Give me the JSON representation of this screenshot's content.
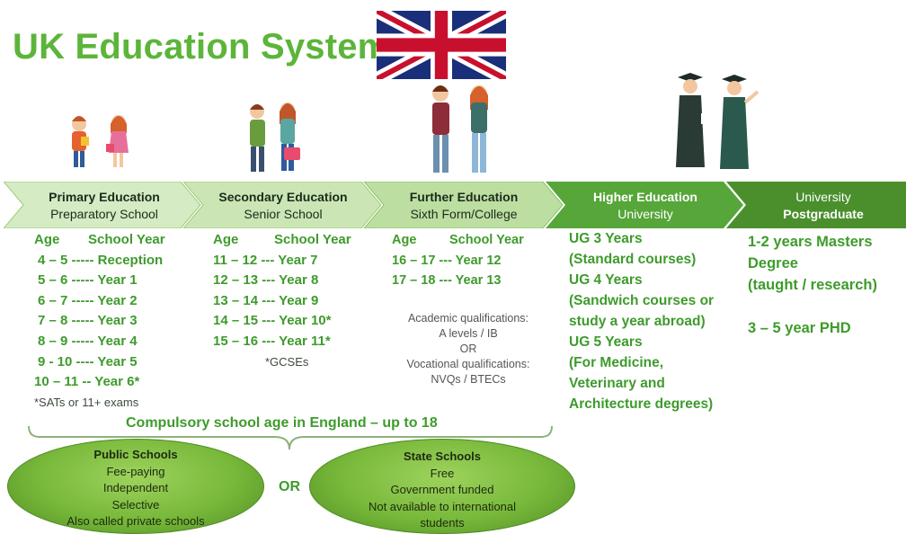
{
  "title": "UK Education System",
  "stages": [
    {
      "line1": "Primary Education",
      "line2": "Preparatory School"
    },
    {
      "line1": "Secondary Education",
      "line2": "Senior School"
    },
    {
      "line1": "Further Education",
      "line2": "Sixth Form/College"
    },
    {
      "line1": "Higher Education",
      "line2": "University"
    },
    {
      "line1": "University",
      "line2": "Postgraduate"
    }
  ],
  "primary": {
    "age_header": "Age",
    "year_header": "School Year",
    "rows": [
      "4 – 5 ----- Reception",
      "5 – 6 ----- Year 1",
      "6 – 7 ----- Year 2",
      "7 – 8 ----- Year 3",
      "8 – 9 ----- Year 4",
      "9 - 10 ---- Year 5",
      "10 – 11 -- Year 6*"
    ],
    "note": "*SATs or 11+ exams"
  },
  "secondary": {
    "age_header": "Age",
    "year_header": "School Year",
    "rows": [
      "11 – 12 --- Year 7",
      "12 – 13 --- Year 8",
      "13 – 14 --- Year 9",
      "14 – 15 --- Year 10*",
      "15 – 16 --- Year 11*"
    ],
    "note": "*GCSEs"
  },
  "further": {
    "age_header": "Age",
    "year_header": "School Year",
    "rows": [
      "16 – 17 --- Year 12",
      "17 – 18 --- Year 13"
    ],
    "qualifications": [
      "Academic qualifications:",
      "A levels / IB",
      "OR",
      "Vocational qualifications:",
      "NVQs / BTECs"
    ]
  },
  "higher": {
    "lines": [
      "UG 3 Years",
      "(Standard courses)",
      "UG 4 Years",
      "(Sandwich courses or",
      "study a year abroad)",
      "UG 5 Years",
      "(For Medicine,",
      "Veterinary and",
      "Architecture degrees)"
    ]
  },
  "postgraduate": {
    "lines": [
      "1-2 years Masters",
      "Degree",
      "(taught / research)"
    ],
    "phd": "3 – 5 year PHD"
  },
  "compulsory": "Compulsory school age in England – up to 18",
  "public_schools": {
    "title": "Public Schools",
    "lines": [
      "Fee-paying",
      "Independent",
      "Selective",
      "Also called private schools"
    ]
  },
  "state_schools": {
    "title": "State Schools",
    "lines": [
      "Free",
      "Government funded",
      "Not available to international",
      "students"
    ]
  },
  "or_label": "OR",
  "colors": {
    "accent": "#3e9b2c",
    "title": "#5cb53a",
    "light_arrow": "#cfe8bc",
    "dark_arrow": "#4c9a2a"
  },
  "icons": [
    "uk-flag-icon",
    "child-figure-icon",
    "teen-figure-icon",
    "student-figure-icon",
    "graduate-figure-icon"
  ]
}
